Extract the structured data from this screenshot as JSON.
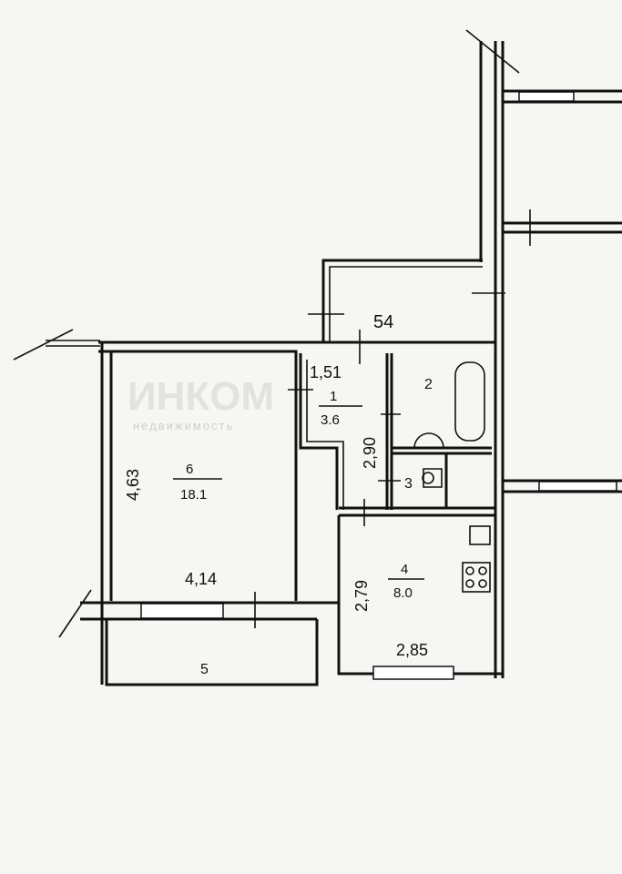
{
  "plan": {
    "watermark": {
      "brand": "ИНКОМ",
      "tagline": "недвижимость"
    },
    "rooms": [
      {
        "number": "1",
        "area": "3.6"
      },
      {
        "number": "2"
      },
      {
        "number": "3"
      },
      {
        "number": "4",
        "area": "8.0"
      },
      {
        "number": "5"
      },
      {
        "number": "6",
        "area": "18.1"
      }
    ],
    "dimensions": {
      "loggia": "54",
      "hall_width": "1,51",
      "hall_length": "2,90",
      "room_height": "4,63",
      "room_width": "4,14",
      "kitchen_height": "2,79",
      "kitchen_width": "2,85"
    }
  }
}
